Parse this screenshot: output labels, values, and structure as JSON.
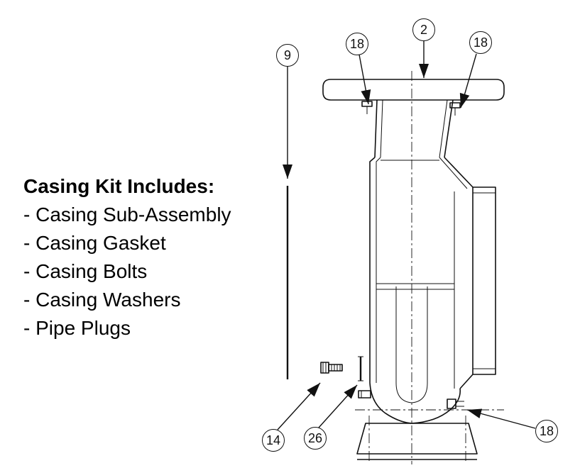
{
  "colors": {
    "line": "#111111",
    "background": "#ffffff"
  },
  "callouts": [
    {
      "id": "c9",
      "label": "9"
    },
    {
      "id": "c18_top_left",
      "label": "18"
    },
    {
      "id": "c2",
      "label": "2"
    },
    {
      "id": "c18_top_right",
      "label": "18"
    },
    {
      "id": "c14",
      "label": "14"
    },
    {
      "id": "c26",
      "label": "26"
    },
    {
      "id": "c18_bottom_right",
      "label": "18"
    }
  ],
  "kit": {
    "heading": "Casing Kit Includes:",
    "items": [
      "- Casing Sub-Assembly",
      "- Casing Gasket",
      "- Casing Bolts",
      "- Casing Washers",
      "- Pipe Plugs"
    ]
  }
}
